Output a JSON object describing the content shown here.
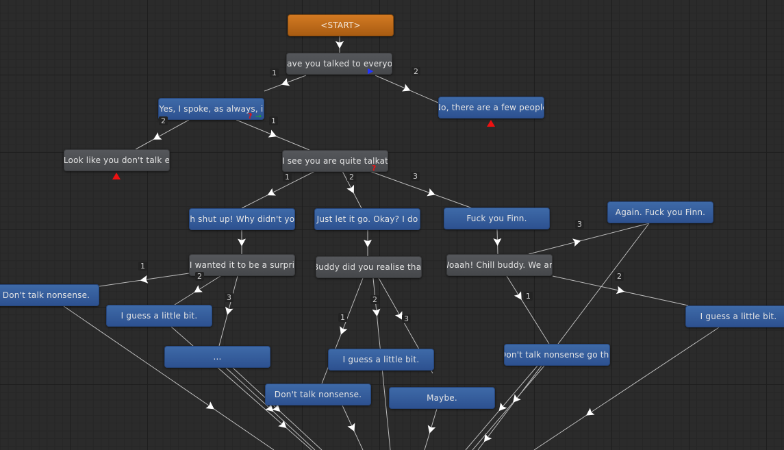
{
  "app": "Dialogue Graph Editor",
  "colors": {
    "start": "#c36c1a",
    "npc_node": "#4e5053",
    "player_node": "#3560a0",
    "edge": "#bdbdbd",
    "condition_marker": "#ee1111",
    "action_marker": "#22aa22",
    "link_marker": "#2233ff"
  },
  "nodes": [
    {
      "id": "start",
      "type": "start",
      "text": "<START>"
    },
    {
      "id": "n1",
      "type": "npc",
      "text": "Have you talked to everyon",
      "markers": [
        "blue-play-icon"
      ]
    },
    {
      "id": "p1",
      "type": "player",
      "text": "Yes, I spoke, as always, i",
      "markers": [
        "red-question-icon",
        "green-arrow-icon"
      ]
    },
    {
      "id": "p2",
      "type": "player",
      "text": "No, there are a few people",
      "markers": [
        "red-triangle-icon"
      ]
    },
    {
      "id": "n2",
      "type": "npc",
      "text": "Look like you don't talk e",
      "markers": [
        "red-triangle-icon"
      ]
    },
    {
      "id": "n3",
      "type": "npc",
      "text": "I see you are quite talkat",
      "markers": [
        "red-question-icon"
      ]
    },
    {
      "id": "p3",
      "type": "player",
      "text": "Ah shut up! Why didn't you"
    },
    {
      "id": "p4",
      "type": "player",
      "text": "Just let it go. Okay? I do"
    },
    {
      "id": "p5",
      "type": "player",
      "text": "Fuck you Finn."
    },
    {
      "id": "p6",
      "type": "player",
      "text": "Again. Fuck you Finn."
    },
    {
      "id": "n4",
      "type": "npc",
      "text": "I wanted it to be a surpri"
    },
    {
      "id": "n5",
      "type": "npc",
      "text": "Buddy did you realise that"
    },
    {
      "id": "n6",
      "type": "npc",
      "text": "Woaah! Chill buddy. We are"
    },
    {
      "id": "p7",
      "type": "player",
      "text": "Don't talk nonsense."
    },
    {
      "id": "p8",
      "type": "player",
      "text": "I guess a little bit."
    },
    {
      "id": "p9",
      "type": "player",
      "text": "..."
    },
    {
      "id": "p10",
      "type": "player",
      "text": "I guess a little bit."
    },
    {
      "id": "p11",
      "type": "player",
      "text": "Don't talk nonsense."
    },
    {
      "id": "p12",
      "type": "player",
      "text": "Maybe."
    },
    {
      "id": "p13",
      "type": "player",
      "text": "Don't talk nonsense go the"
    },
    {
      "id": "p14",
      "type": "player",
      "text": "I guess a little bit."
    }
  ],
  "edge_labels": {
    "n1_p1": "1",
    "n1_p2": "2",
    "p1_n3": "1",
    "p1_n2": "2",
    "n3_p3": "1",
    "n3_p4": "2",
    "n3_p5": "3",
    "n4_p7": "1",
    "n4_p8": "2",
    "n4_p9": "3",
    "n5_p11": "1",
    "n5_p10": "2",
    "n5_p12": "3",
    "n6_p13": "1",
    "n6_p14": "2",
    "n6_p6": "3"
  }
}
